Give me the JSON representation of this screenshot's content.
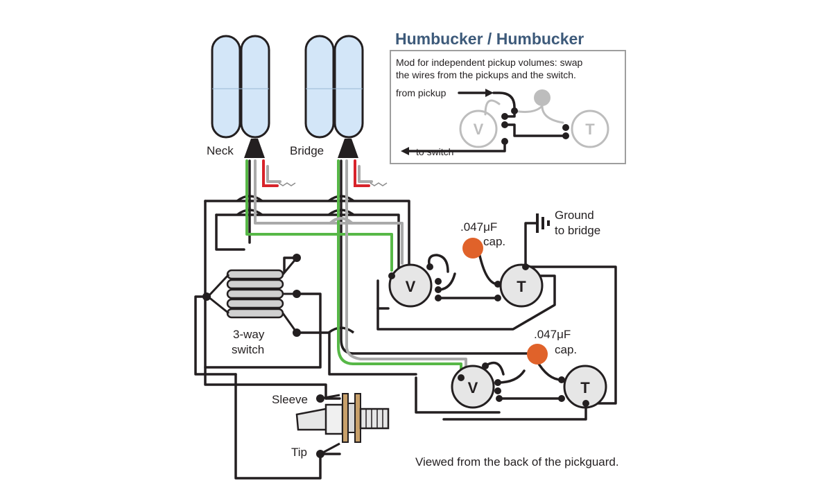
{
  "title": "Humbucker / Humbucker",
  "pickups": {
    "neck_label": "Neck",
    "bridge_label": "Bridge"
  },
  "inset": {
    "description": "Mod for independent pickup volumes: swap the wires from the pickups and the switch.",
    "from_pickup": "from pickup",
    "to_switch": "to switch",
    "volume_symbol": "V",
    "tone_symbol": "T"
  },
  "controls": {
    "volume_symbol": "V",
    "tone_symbol": "T"
  },
  "capacitors": [
    {
      "value": ".047μF",
      "unit_label": "cap."
    },
    {
      "value": ".047μF",
      "unit_label": "cap."
    }
  ],
  "ground": {
    "line1": "Ground",
    "line2": "to bridge"
  },
  "switch": {
    "line1": "3-way",
    "line2": "switch"
  },
  "jack": {
    "sleeve_label": "Sleeve",
    "tip_label": "Tip"
  },
  "footer": "Viewed from the back of the pickguard.",
  "colors": {
    "wire": "#231f20",
    "ground_wire": "#57b847",
    "shield_wire": "#a9a9a9",
    "hot_wire": "#d8232a",
    "capacitor": "#e0622a",
    "pickup_coil": "#d3e6f8",
    "title": "#3d5a7a"
  }
}
